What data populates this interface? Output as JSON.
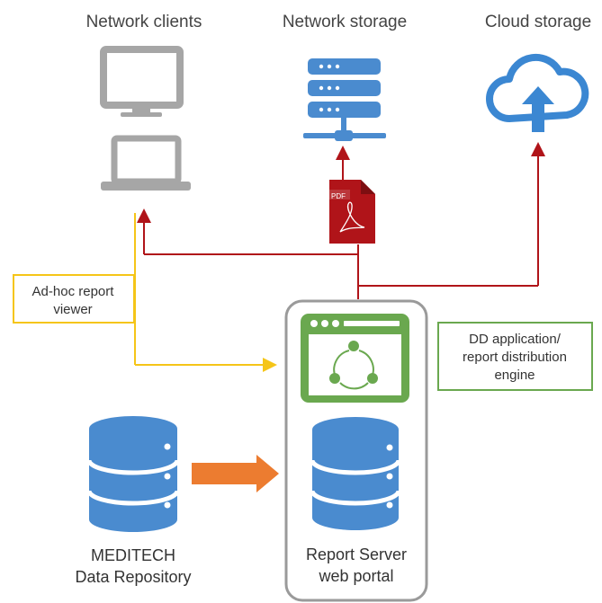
{
  "headings": {
    "network_clients": "Network clients",
    "network_storage": "Network storage",
    "cloud_storage": "Cloud storage"
  },
  "adhoc_box": {
    "line1": "Ad-hoc report",
    "line2": "viewer"
  },
  "dd_box": {
    "line1": "DD application/",
    "line2": "report distribution",
    "line3": "engine"
  },
  "pdf_label": "PDF",
  "meditech": {
    "line1": "MEDITECH",
    "line2": "Data Repository"
  },
  "report_server": {
    "line1": "Report Server",
    "line2": "web portal"
  },
  "colors": {
    "heading_text": "#444444",
    "device_gray": "#a6a6a6",
    "db_blue": "#4a8bcf",
    "cloud_blue": "#3b87d2",
    "pdf_red": "#b01419",
    "red_line": "#b01419",
    "yellow_line": "#f5c518",
    "green": "#6aa84f",
    "orange_arrow": "#ec7c30",
    "portal_border": "#9a9a9a"
  },
  "icons": [
    "desktop-monitor-icon",
    "laptop-icon",
    "server-rack-icon",
    "cloud-upload-icon",
    "pdf-file-icon",
    "browser-window-icon",
    "share-network-icon",
    "database-icon"
  ]
}
